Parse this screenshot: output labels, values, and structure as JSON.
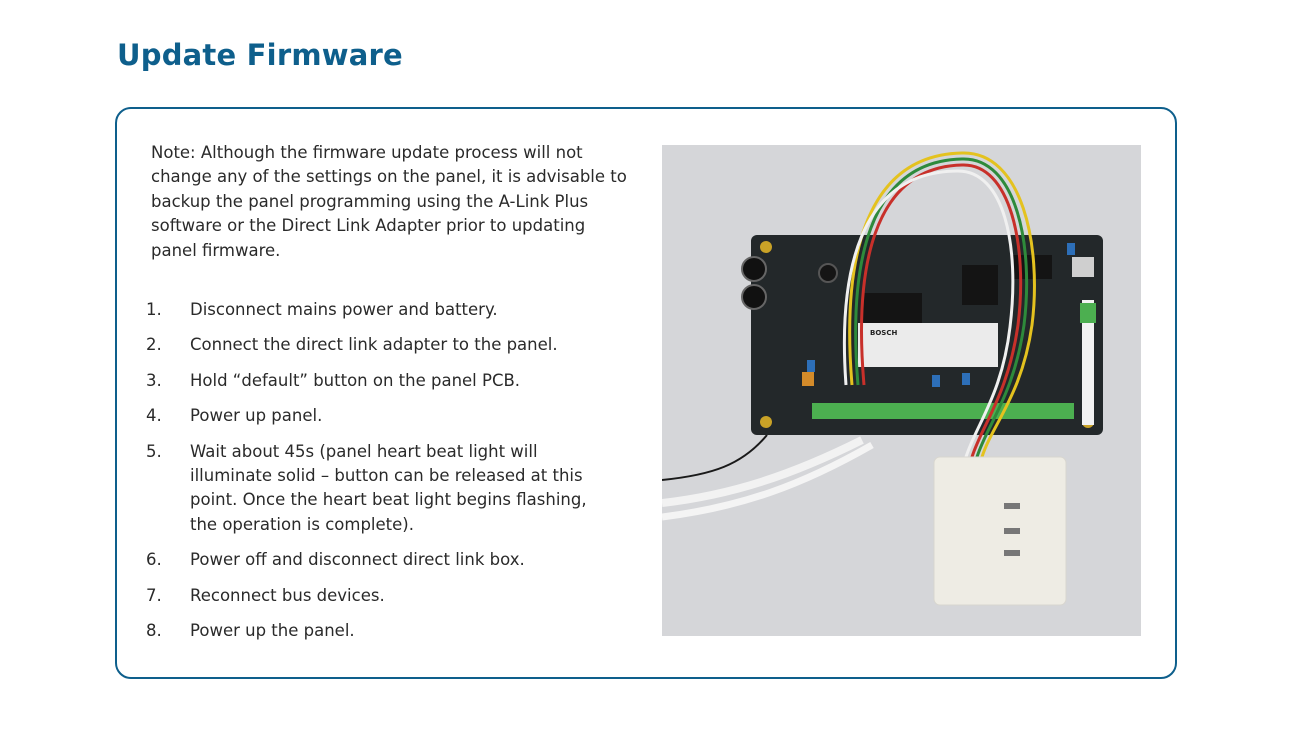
{
  "slide": {
    "title": "Update Firmware",
    "note": "Note: Although the firmware update process will not change any of the settings on the panel, it is advisable to backup the panel programming using the A-Link Plus software or the Direct Link Adapter prior to updating panel firmware.",
    "steps": [
      {
        "num": "1.",
        "text": "Disconnect mains power and battery."
      },
      {
        "num": "2.",
        "text": "Connect the direct link adapter to the panel."
      },
      {
        "num": "3.",
        "text": "Hold “default” button on the panel PCB."
      },
      {
        "num": "4.",
        "text": "Power up panel."
      },
      {
        "num": "5.",
        "text": "Wait about 45s (panel heart beat light will illuminate solid – button can be released at this point. Once the heart beat light begins flashing, the operation is complete)."
      },
      {
        "num": "6.",
        "text": "Power off and disconnect direct link box."
      },
      {
        "num": "7.",
        "text": "Reconnect bus devices."
      },
      {
        "num": "8.",
        "text": "Power up the panel."
      }
    ]
  },
  "photo": {
    "board_brand": "BOSCH",
    "colors": {
      "background": "#d5d6d9",
      "board": "#23282a",
      "terminal": "#4caf50",
      "adapter": "#eeece4",
      "accent": "#0e5f8c"
    }
  }
}
